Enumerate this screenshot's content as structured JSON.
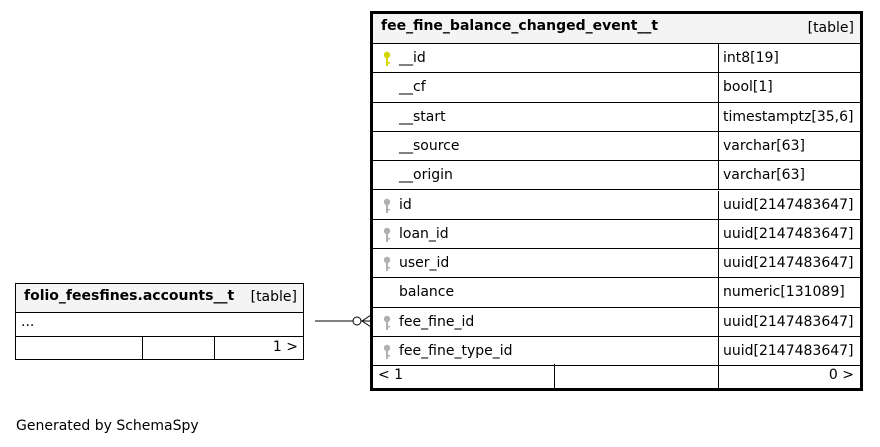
{
  "main_table": {
    "name": "fee_fine_balance_changed_event__t",
    "kind": "[table]",
    "columns": [
      {
        "name": "__id",
        "type": "int8[19]",
        "key": "primary"
      },
      {
        "name": "__cf",
        "type": "bool[1]",
        "key": "none"
      },
      {
        "name": "__start",
        "type": "timestamptz[35,6]",
        "key": "none"
      },
      {
        "name": "__source",
        "type": "varchar[63]",
        "key": "none"
      },
      {
        "name": "__origin",
        "type": "varchar[63]",
        "key": "none"
      },
      {
        "name": "id",
        "type": "uuid[2147483647]",
        "key": "index"
      },
      {
        "name": "loan_id",
        "type": "uuid[2147483647]",
        "key": "index"
      },
      {
        "name": "user_id",
        "type": "uuid[2147483647]",
        "key": "index"
      },
      {
        "name": "balance",
        "type": "numeric[131089]",
        "key": "none"
      },
      {
        "name": "fee_fine_id",
        "type": "uuid[2147483647]",
        "key": "index"
      },
      {
        "name": "fee_fine_type_id",
        "type": "uuid[2147483647]",
        "key": "index"
      }
    ],
    "footer": {
      "parents": "< 1",
      "children": "0 >"
    }
  },
  "related_table": {
    "name": "folio_feesfines.accounts__t",
    "kind": "[table]",
    "ellipsis": "...",
    "footer": {
      "children": "1 >"
    }
  },
  "colors": {
    "primary_key": "#d4d400",
    "index_key": "#b0b0b0",
    "header_bg": "#f4f4f4"
  },
  "credit": "Generated by SchemaSpy"
}
